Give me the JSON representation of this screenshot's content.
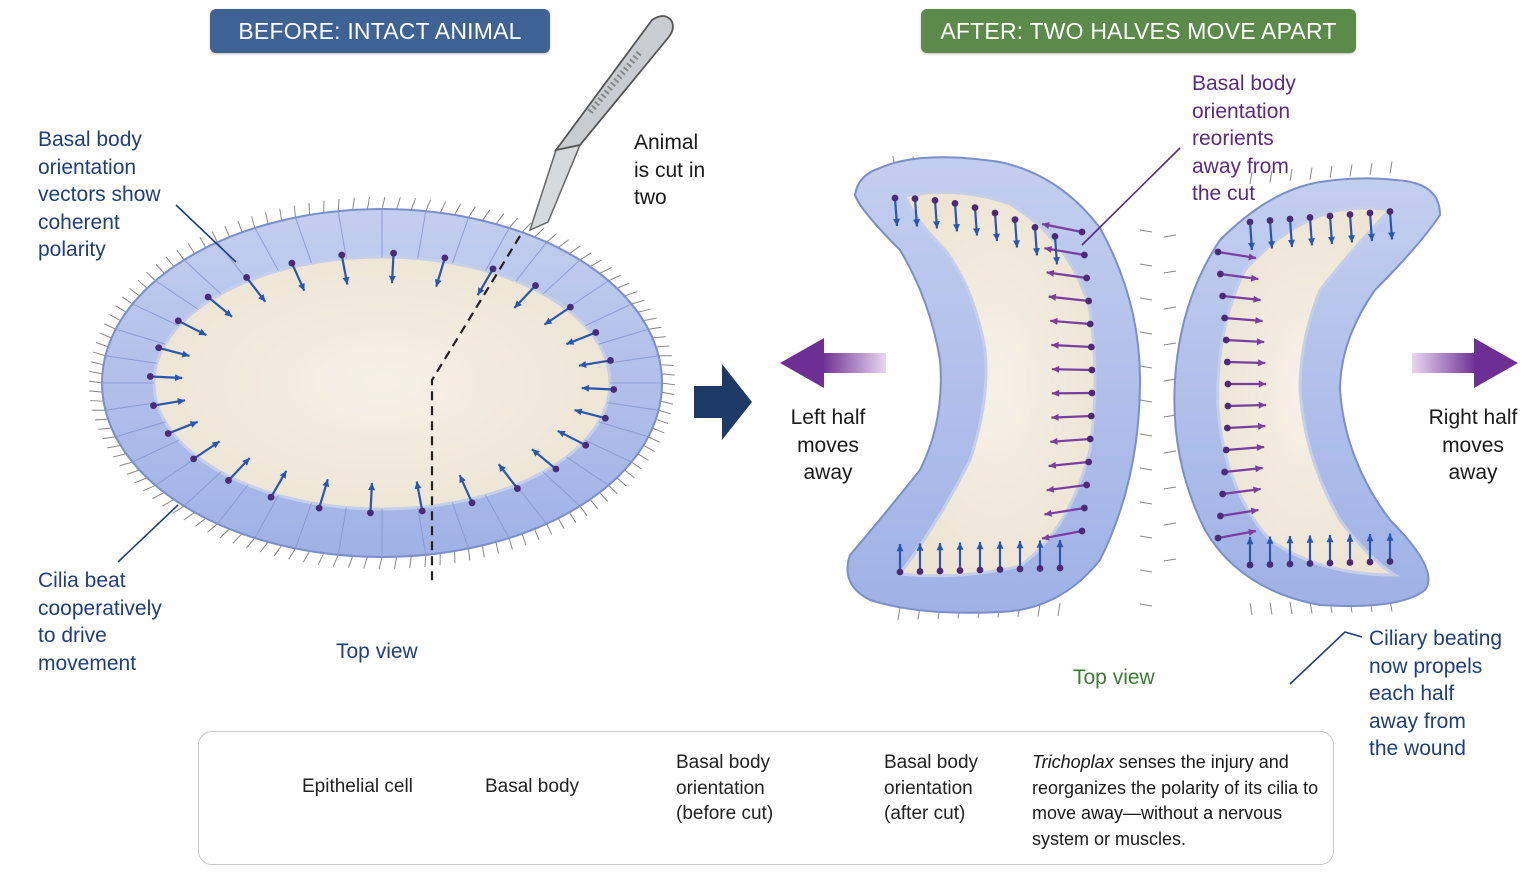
{
  "headers": {
    "before": "BEFORE: INTACT ANIMAL",
    "after": "AFTER: TWO HALVES MOVE APART"
  },
  "annotations": {
    "basal_coherent": "Basal body\norientation\nvectors show\ncoherent\npolarity",
    "cilia_cooperative": "Cilia beat\ncooperatively\nto drive\nmovement",
    "top_view_before": "Top view",
    "cut": "Animal\nis cut in\ntwo",
    "reorient": "Basal body\norientation\nreorients\naway from\nthe cut",
    "left_moves": "Left half\nmoves\naway",
    "right_moves": "Right half\nmoves\naway",
    "top_view_after": "Top view",
    "ciliary_propels": "Ciliary beating\nnow propels\neach half\naway from\nthe wound"
  },
  "legend": {
    "epithelial_cell": "Epithelial cell",
    "basal_body": "Basal body",
    "orientation_before": "Basal body\norientation\n(before cut)",
    "orientation_after": "Basal body\norientation\n(after cut)",
    "summary_italic": "Trichoplax",
    "summary_rest": " senses the injury and reorganizes the polarity of its cilia to move away—without a nervous system or muscles."
  },
  "icons": {
    "scalpel": "scalpel-icon",
    "big_arrow": "process-arrow-icon",
    "move_left": "move-left-arrow-icon",
    "move_right": "move-right-arrow-icon"
  },
  "colors": {
    "before_banner": "#3f6294",
    "after_banner": "#5c8a4b",
    "arrow_before": "#2a56b0",
    "arrow_after": "#7a3da0",
    "cell": "#aebde9",
    "basal_body": "#4b2a78",
    "interior": "#f5efe4"
  }
}
